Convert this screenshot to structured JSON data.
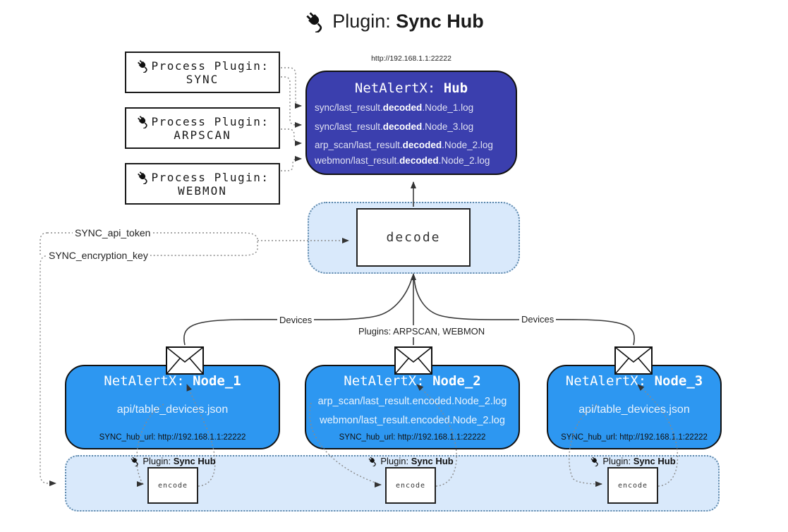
{
  "title": {
    "prefix": "Plugin:",
    "name": "Sync Hub"
  },
  "hub": {
    "url": "http://192.168.1.1:22222",
    "name_prefix": "NetAlertX:",
    "name": "Hub",
    "logs": [
      {
        "pre": "sync/last_result.",
        "mid": "decoded",
        "post": ".Node_1.log"
      },
      {
        "pre": "sync/last_result.",
        "mid": "decoded",
        "post": ".Node_3.log"
      },
      {
        "pre": "arp_scan/last_result.",
        "mid": "decoded",
        "post": ".Node_2.log"
      },
      {
        "pre": "webmon/last_result.",
        "mid": "decoded",
        "post": ".Node_2.log"
      }
    ]
  },
  "process_plugins": [
    {
      "label": "Process Plugin:",
      "name": "SYNC"
    },
    {
      "label": "Process Plugin:",
      "name": "ARPSCAN"
    },
    {
      "label": "Process Plugin:",
      "name": "WEBMON"
    }
  ],
  "decode": {
    "label": "decode"
  },
  "settings": {
    "api_token": "SYNC_api_token",
    "encryption_key": "SYNC_encryption_key"
  },
  "edges": {
    "devices_left": "Devices",
    "plugins_mid": "Plugins: ARPSCAN, WEBMON",
    "devices_right": "Devices"
  },
  "nodes": [
    {
      "name_prefix": "NetAlertX:",
      "name": "Node_1",
      "files": [
        "api/table_devices.json"
      ],
      "hub_url": "SYNC_hub_url: http://192.168.1.1:22222"
    },
    {
      "name_prefix": "NetAlertX:",
      "name": "Node_2",
      "files": [
        "arp_scan/last_result.encoded.Node_2.log",
        "webmon/last_result.encoded.Node_2.log"
      ],
      "hub_url": "SYNC_hub_url: http://192.168.1.1:22222"
    },
    {
      "name_prefix": "NetAlertX:",
      "name": "Node_3",
      "files": [
        "api/table_devices.json"
      ],
      "hub_url": "SYNC_hub_url: http://192.168.1.1:22222"
    }
  ],
  "encoder": {
    "plugin_prefix": "Plugin:",
    "plugin_name": "Sync Hub",
    "label": "encode"
  },
  "colors": {
    "hub_bg": "#3b3fae",
    "node_bg": "#2d97f1",
    "band_bg": "#d9e9fb",
    "line": "#3a3a3a"
  }
}
